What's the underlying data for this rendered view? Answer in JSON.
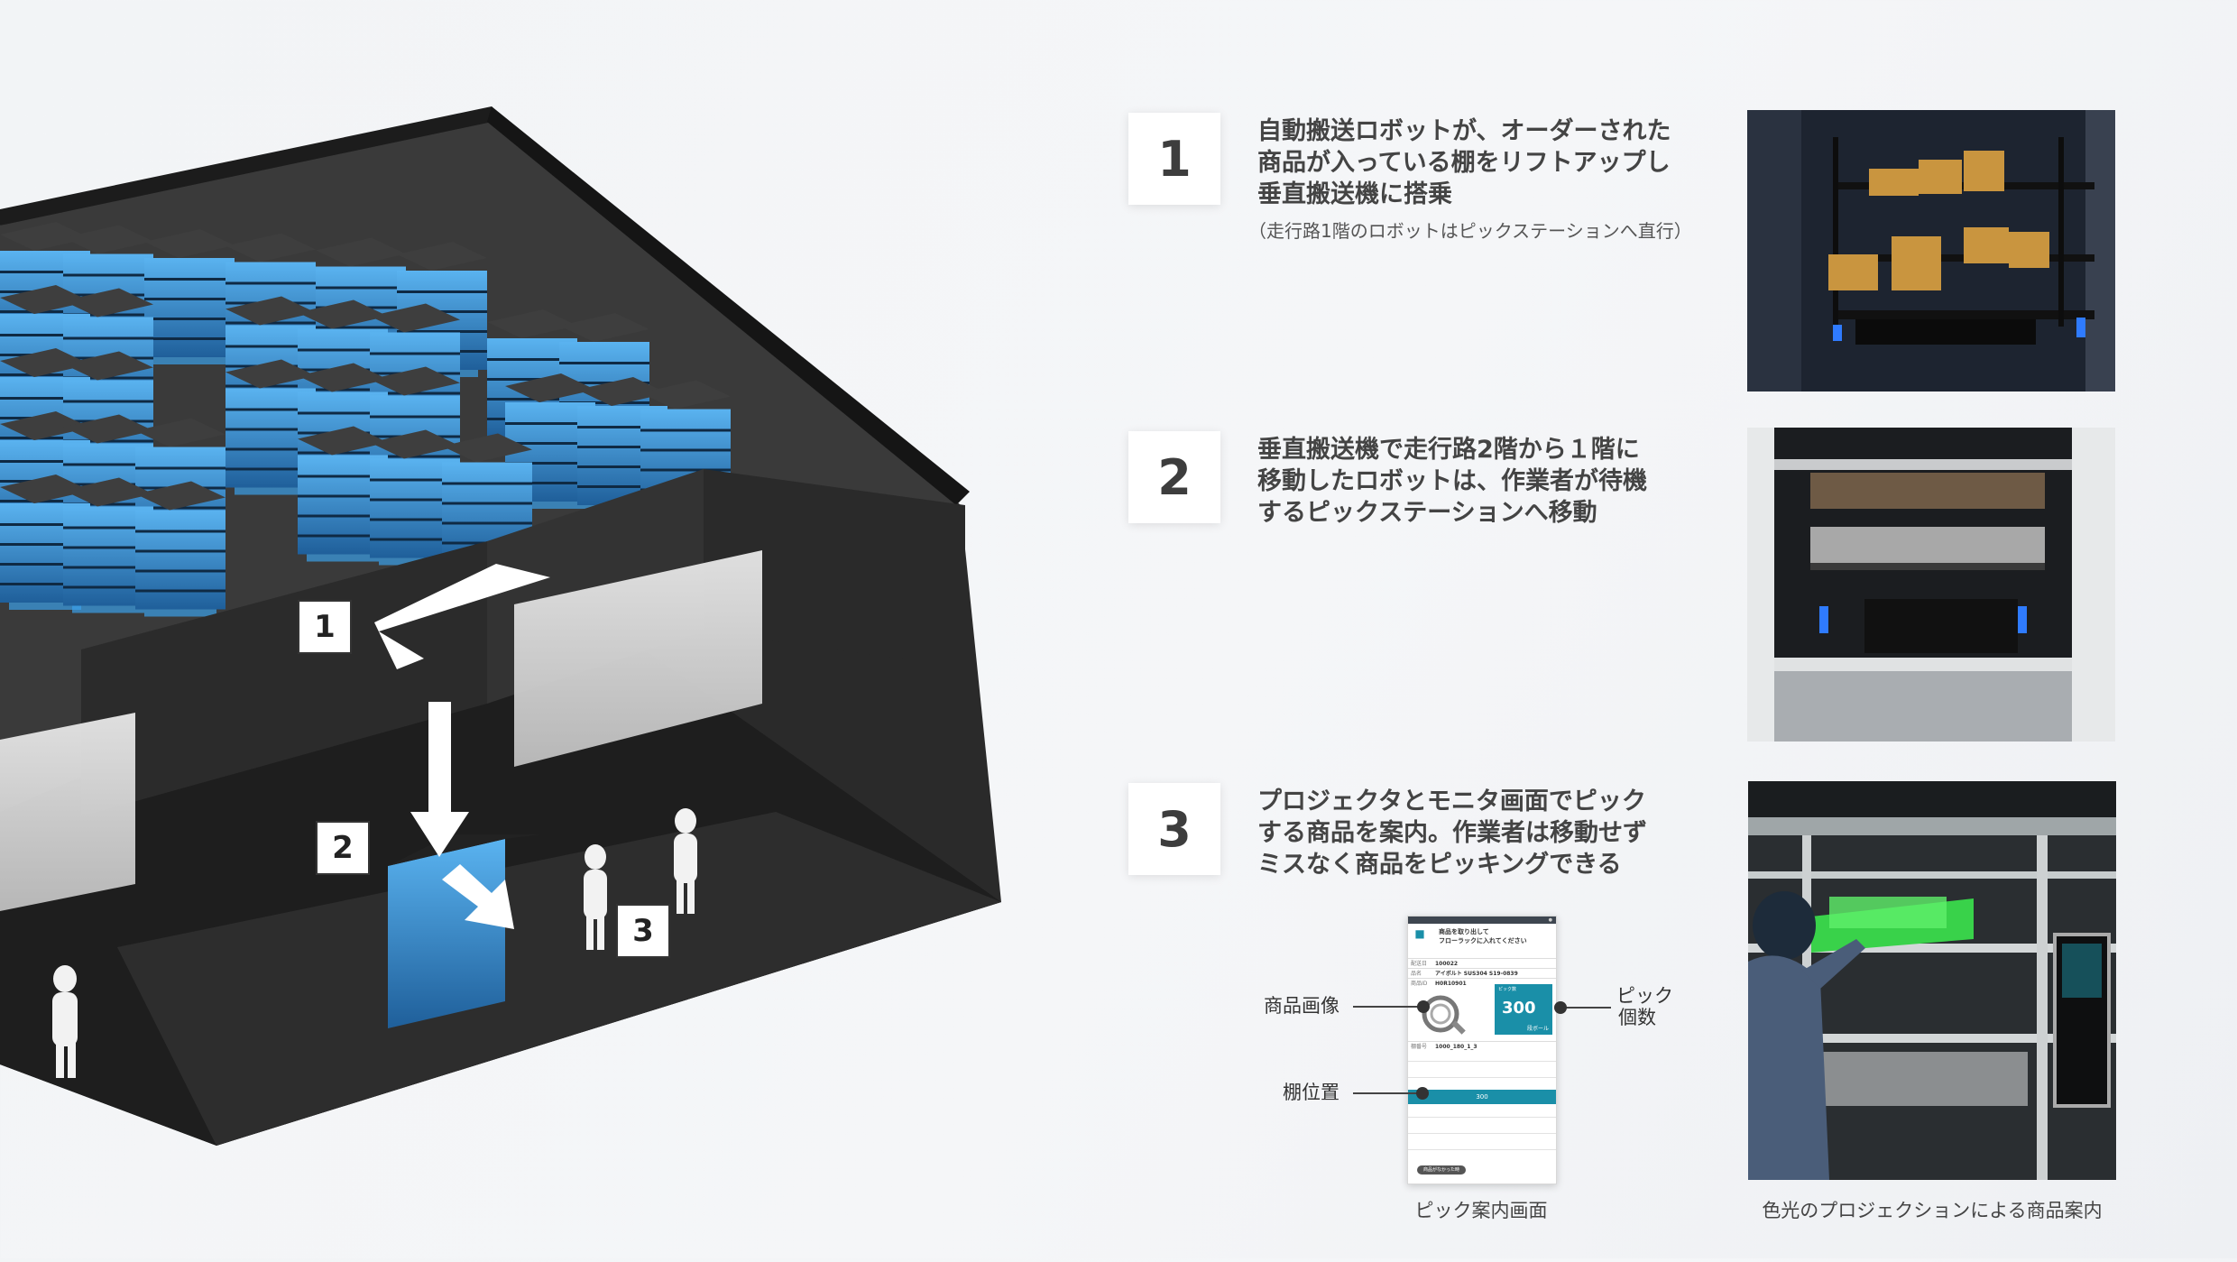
{
  "scene": {
    "labels": [
      "1",
      "2",
      "3"
    ]
  },
  "steps": [
    {
      "number": "1",
      "lines": [
        "自動搬送ロボットが、オーダーされた",
        "商品が入っている棚をリフトアップし",
        "垂直搬送機に搭乗"
      ],
      "note": "（走行路1階のロボットはピックステーションへ直行）"
    },
    {
      "number": "2",
      "lines": [
        "垂直搬送機で走行路2階から１階に",
        "移動したロボットは、作業者が待機",
        "するピックステーションへ移動"
      ]
    },
    {
      "number": "3",
      "lines": [
        "プロジェクタとモニタ画面でピック",
        "する商品を案内。作業者は移動せず",
        "ミスなく商品をピッキングできる"
      ]
    }
  ],
  "phone": {
    "header_line1": "商品を取り出して",
    "header_line2": "フローラックに入れてください",
    "rows": [
      {
        "key": "配送日",
        "value": "100022"
      },
      {
        "key": "品名",
        "value": "アイボルト SUS304 S19-0839"
      },
      {
        "key": "商品ID",
        "value": "H0R10901"
      }
    ],
    "pick_label": "ピック数",
    "pick_count": "300",
    "pick_unit_suffix": "個",
    "pick_sub": "段ボール",
    "location_row_key": "棚番号",
    "location_row_value": "1000_180_1_3",
    "location_value": "300",
    "button": "商品がなかった時"
  },
  "callouts": {
    "product_image": "商品画像",
    "pick_count_line1": "ピック",
    "pick_count_line2": "個数",
    "shelf_position": "棚位置"
  },
  "captions": {
    "phone": "ピック案内画面",
    "projection": "色光のプロジェクションによる商品案内"
  },
  "colors": {
    "accent": "#1a8fa8",
    "robot_glow": "#3aa0e8",
    "green_projection": "#39d24a"
  }
}
